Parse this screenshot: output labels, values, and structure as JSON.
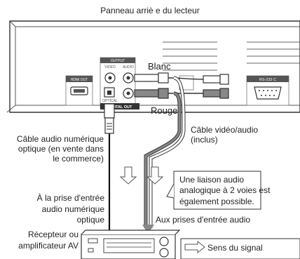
{
  "title": "Panneau arriè e du lecteur",
  "panel": {
    "output": "OUTPUT",
    "video": "VIDEO",
    "audio": "AUDIO",
    "hdmi_out": "HDMI OUT",
    "optical": "OPTICAL",
    "digital_out": "DIGITAL OUT",
    "rs232c": "RS-232 C"
  },
  "labels": {
    "blanc": "Blanc",
    "rouge": "Rouge",
    "cable_video_audio": [
      "Câble vidéo/audio",
      "(inclus)"
    ],
    "cable_audio_num": [
      "Câble audio numérique",
      "optique (en vente dans",
      "le commerce)"
    ],
    "prise_entree": [
      "À la prise d'entrée",
      "audio numérique",
      "optique"
    ],
    "liaison": [
      "Une liaison audio",
      "analogique à 2 voies est",
      "également possible."
    ],
    "aux_prises": "Aux prises d'entrée audio",
    "recepteur": [
      "Récepteur ou",
      "amplificateur AV"
    ],
    "sens_signal": "Sens du signal"
  }
}
